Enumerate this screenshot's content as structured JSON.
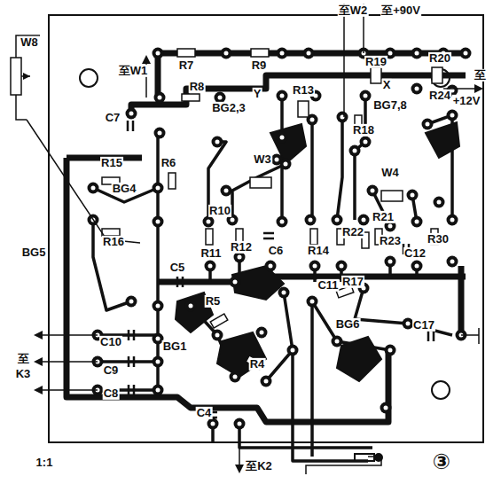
{
  "diagram": {
    "labels": [
      "W8",
      "至W1",
      "R7",
      "R9",
      "至W2",
      "至+90V",
      "R19",
      "R20",
      "至",
      "+12V",
      "R8",
      "Y",
      "R13",
      "X",
      "R24",
      "BG2,3",
      "BG7,8",
      "C7",
      "R18",
      "R15",
      "R6",
      "W3",
      "W4",
      "BG4",
      "R10",
      "R21",
      "R16",
      "R11",
      "R12",
      "C6",
      "R14",
      "R22",
      "R23",
      "R30",
      "C12",
      "BG5",
      "C5",
      "C11",
      "R17",
      "R5",
      "BG6",
      "C17",
      "C10",
      "BG1",
      "R4",
      "至",
      "K3",
      "C9",
      "C8",
      "C4",
      "至K2",
      "1:1",
      "③"
    ]
  }
}
